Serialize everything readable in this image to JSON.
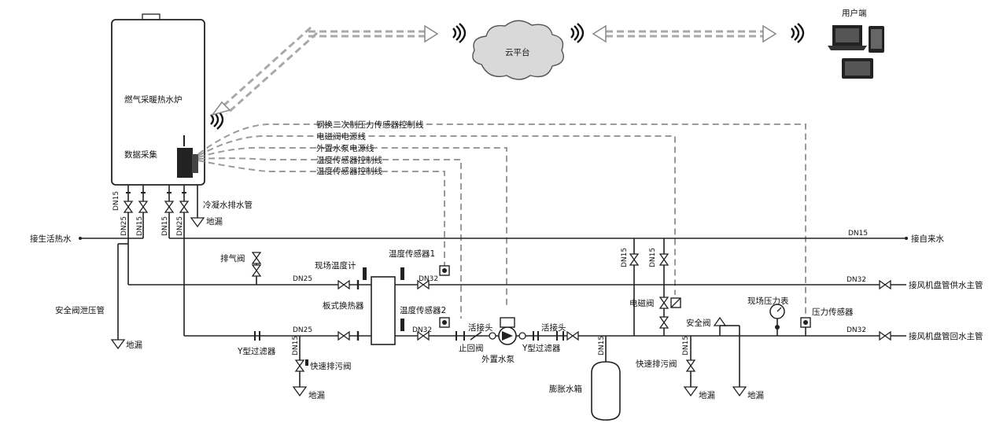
{
  "boiler": {
    "title": "燃气采暖热水炉",
    "data_label": "数据采集"
  },
  "cloud": {
    "label": "云平台"
  },
  "user": {
    "label": "用户端"
  },
  "control_lines": [
    "钢换二次制压力传感器控制线",
    "电磁阀电源线",
    "外置水泵电源线",
    "温度传感器控制线",
    "温度传感器控制线"
  ],
  "boiler_pipes": {
    "dn_a": "DN15",
    "dn_b": "DN25",
    "dn_c": "DN15",
    "dn_d": "DN15",
    "dn_e": "DN25"
  },
  "labels": {
    "condensate": "冷凝水排水管",
    "floor_drain": "地漏",
    "domestic_hot": "接生活热水",
    "tap_water": "接自来水",
    "tap_dn": "DN15",
    "air_valve": "排气阀",
    "site_thermo": "现场温度计",
    "temp_sensor1": "温度传感器1",
    "temp_sensor2": "温度传感器2",
    "plate_hx": "板式换热器",
    "safety_relief": "安全阀泄压管",
    "supply_main": "接风机盘管供水主管",
    "return_main": "接风机盘管回水主管",
    "dn25": "DN25",
    "dn32": "DN32",
    "dn15": "DN15",
    "y_filter": "Y型过滤器",
    "y_filter2": "Y型过滤器",
    "quick_drain": "快速排污阀",
    "union1": "活接头",
    "union2": "活接头",
    "check_valve": "止回阀",
    "ext_pump": "外置水泵",
    "solenoid": "电磁阀",
    "pressure_gauge": "现场压力表",
    "pressure_sensor": "压力传感器",
    "safety_valve": "安全阀",
    "expansion_tank": "膨胀水箱"
  }
}
